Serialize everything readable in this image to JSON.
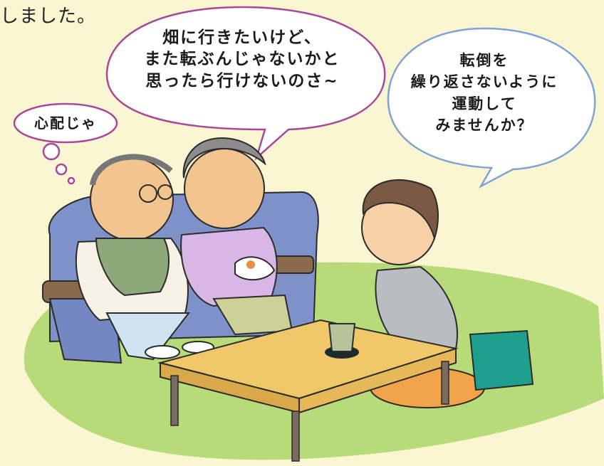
{
  "caption": {
    "partial_text": "しました。"
  },
  "bubbles": {
    "grandmother": {
      "lines": [
        "畑に行きたいけど、",
        "また転ぶんじゃないかと",
        "思ったら行けないのさ~"
      ]
    },
    "grandfather_thought": {
      "text": "心配じゃ"
    },
    "visitor": {
      "lines": [
        "転倒を",
        "繰り返さないように",
        "運動して",
        "みませんか？"
      ]
    }
  },
  "colors": {
    "background": "#fbf6d2",
    "floor": "#b8db7a",
    "sofa": "#7e91c9",
    "table": "#f0c869",
    "bubble_purple": "#a8489a",
    "bubble_blue": "#7fa3d4"
  }
}
